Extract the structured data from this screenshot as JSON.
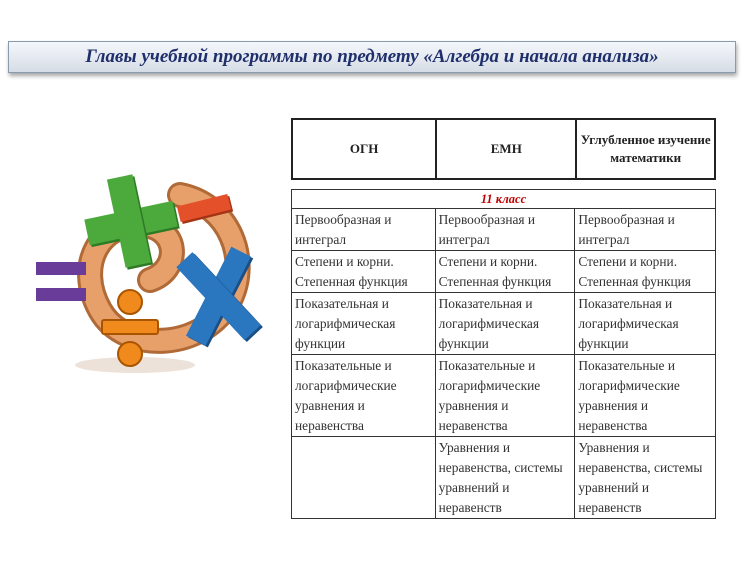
{
  "title": "Главы учебной программы по предмету «Алгебра и начала анализа»",
  "illustration": {
    "icon": "math-symbols-swirl-icon",
    "colors": {
      "plus": "#4caa3c",
      "minus": "#e4502a",
      "equals": "#6a3c99",
      "divide": "#f08a1c",
      "times": "#2a77c0",
      "swirl": "#e8a06a"
    }
  },
  "columns": [
    "ОГН",
    "ЕМН",
    "Углубленное изучение математики"
  ],
  "grade_label": "11 класс",
  "grade_color": "#c00000",
  "rows": [
    [
      "Первообразная и интеграл",
      "Первообразная и интеграл",
      "Первообразная и интеграл"
    ],
    [
      "Степени и корни. Степенная функция",
      "Степени и корни. Степенная функция",
      "Степени и корни. Степенная функция"
    ],
    [
      "Показательная и логарифмическая функции",
      "Показательная и логарифмическая функции",
      "Показательная и логарифмическая функции"
    ],
    [
      "Показательные и логарифмические уравнения и неравенства",
      "Показательные и логарифмические уравнения и неравенства",
      "Показательные и логарифмические уравнения и неравенства"
    ],
    [
      "",
      "Уравнения и неравенства, системы уравнений и неравенств",
      "Уравнения и неравенства, системы уравнений и неравенств"
    ]
  ]
}
